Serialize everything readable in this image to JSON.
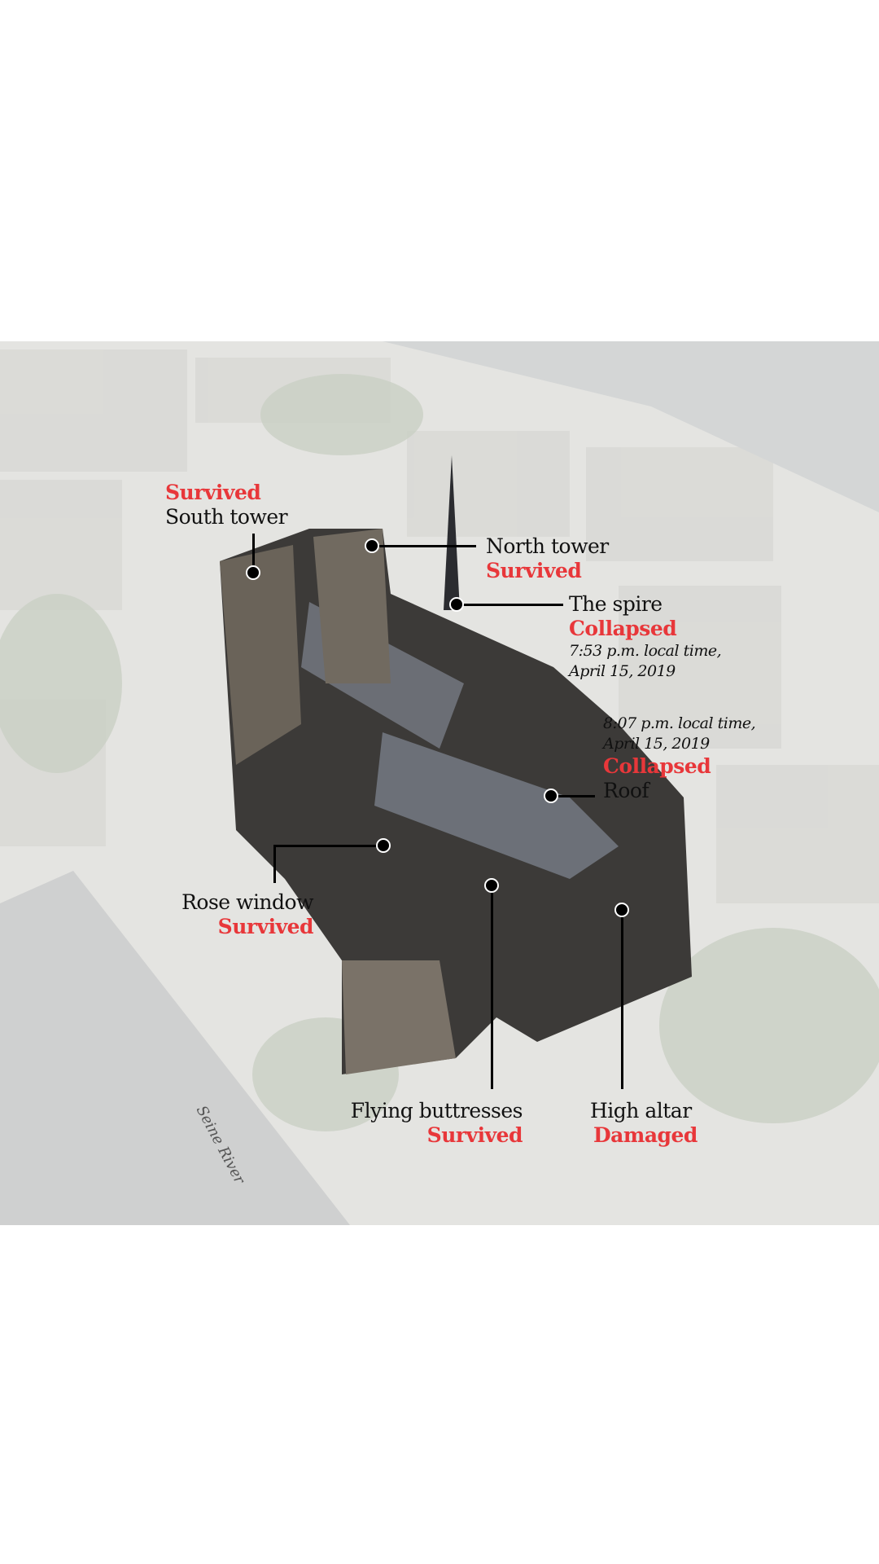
{
  "labels": {
    "south_tower": {
      "name": "South tower",
      "status": "Survived"
    },
    "north_tower": {
      "name": "North tower",
      "status": "Survived"
    },
    "spire": {
      "name": "The spire",
      "status": "Collapsed",
      "time": "7:53 p.m. local time,",
      "date": "April 15, 2019"
    },
    "roof": {
      "name": "Roof",
      "status": "Collapsed",
      "time": "8:07 p.m. local time,",
      "date": "April 15, 2019"
    },
    "rose_window": {
      "name": "Rose window",
      "status": "Survived"
    },
    "flying_buttresses": {
      "name": "Flying buttresses",
      "status": "Survived"
    },
    "high_altar": {
      "name": "High altar",
      "status": "Damaged"
    }
  },
  "map": {
    "river": "Seine River"
  },
  "colors": {
    "status": "#e8373a",
    "text": "#111111",
    "background": "#e6e6e4"
  }
}
